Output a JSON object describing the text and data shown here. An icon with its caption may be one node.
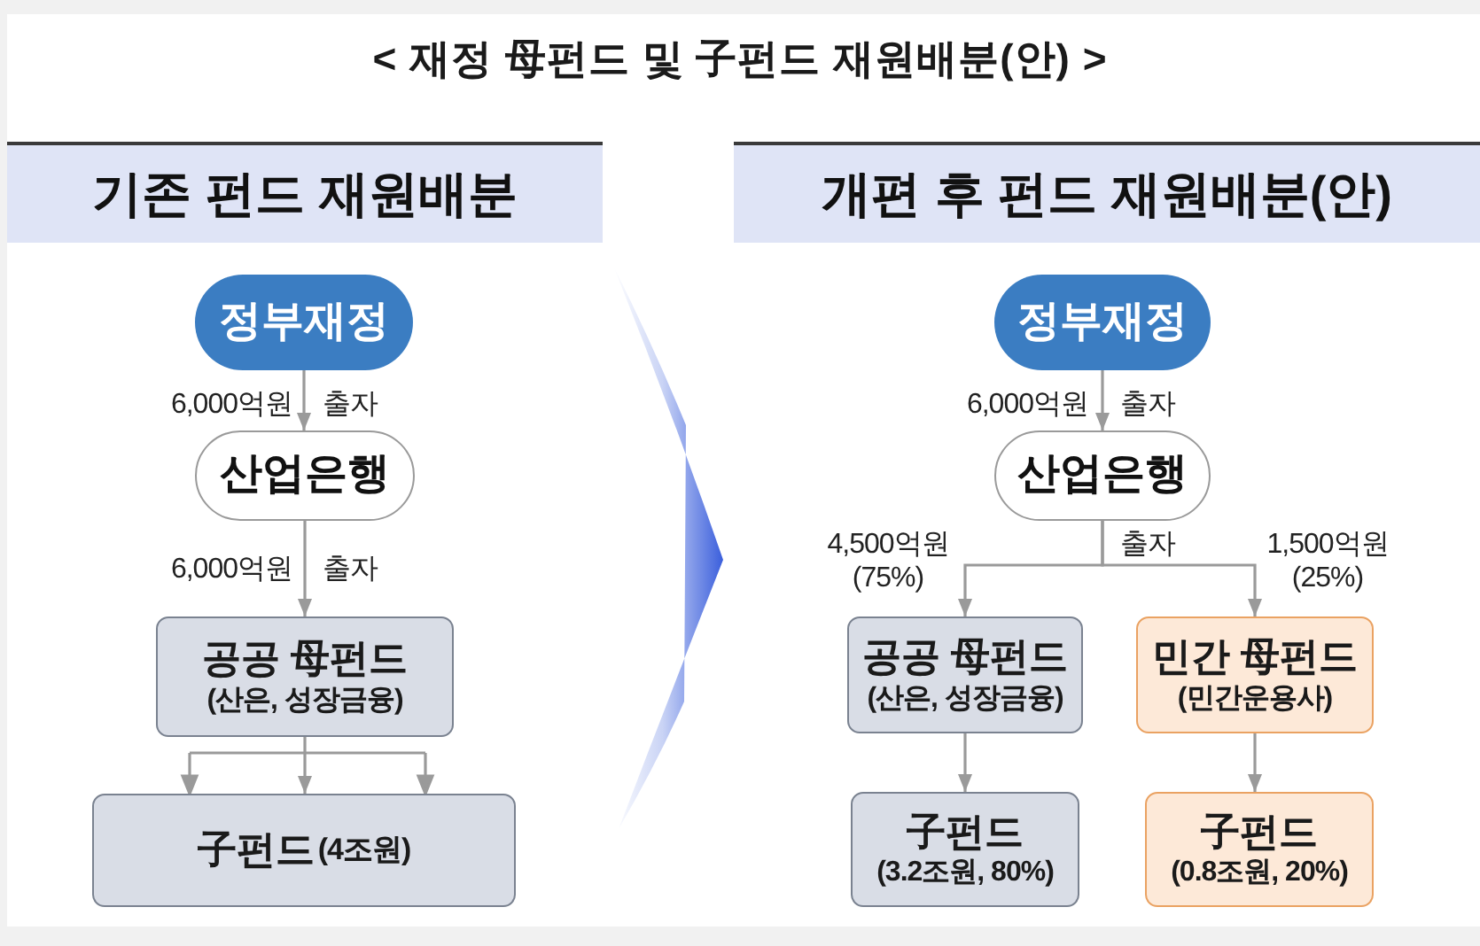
{
  "diagram": {
    "title": "< 재정 母펀드 및 子펀드 재원배분(안) >",
    "nodes": [
      {
        "text": [
          "기존 펀드 재원배분"
        ]
      },
      {
        "text": [
          "정부재정"
        ]
      },
      {
        "text": [
          "산업은행"
        ]
      },
      {
        "text": [
          "공공 母펀드",
          "(산은, 성장금융)"
        ]
      },
      {
        "text": [
          "子펀드",
          "(4조원)"
        ]
      },
      {
        "text": [],
        "shape": "chevron"
      },
      {
        "text": [
          "개편 후 펀드 재원배분(안)"
        ]
      },
      {
        "text": [
          "정부재정"
        ]
      },
      {
        "text": [
          "산업은행"
        ]
      },
      {
        "text": [
          "공공 母펀드",
          "(산은, 성장금융)"
        ]
      },
      {
        "text": [
          "민간 母펀드",
          "(민간운용사)"
        ]
      },
      {
        "text": [
          "子펀드",
          "(3.2조원, 80%)"
        ]
      },
      {
        "text": [
          "子펀드",
          "(0.8조원, 20%)"
        ]
      }
    ],
    "edges": [
      {
        "from": 1,
        "to": 2,
        "arrow": "to",
        "label": "6,000억원"
      },
      {
        "from": 2,
        "to": 3,
        "arrow": "to",
        "label": "6,000억원"
      },
      {
        "from": 3,
        "to": 4,
        "arrow": "to"
      },
      {
        "from": 7,
        "to": 8,
        "arrow": "to",
        "label": "6,000억원"
      },
      {
        "from": 8,
        "to": 9,
        "arrow": "to",
        "label": "4,500억원 (75%)"
      },
      {
        "from": 8,
        "to": 10,
        "arrow": "to",
        "label": "1,500억원 (25%)"
      },
      {
        "from": 9,
        "to": 11,
        "arrow": "to"
      },
      {
        "from": 10,
        "to": 12,
        "arrow": "to"
      }
    ],
    "labels": [
      "출자",
      "출자",
      "출자",
      "출자"
    ]
  }
}
